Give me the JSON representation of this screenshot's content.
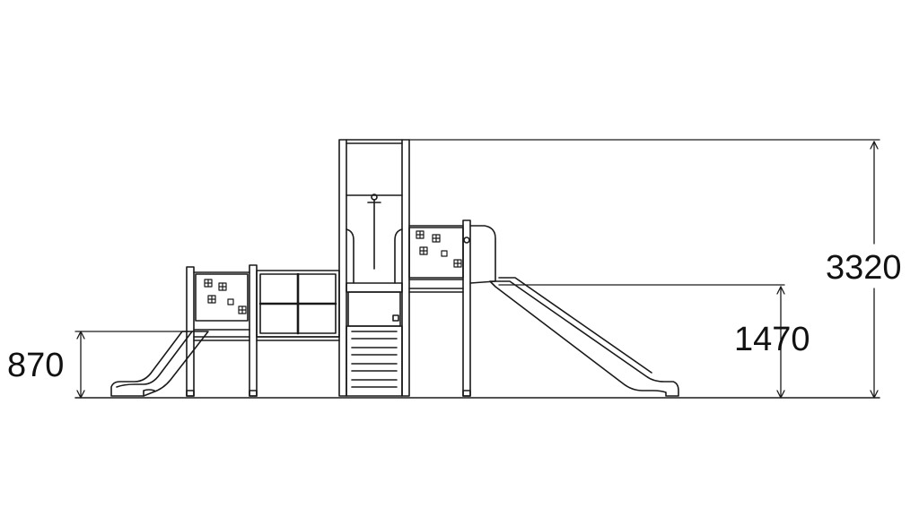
{
  "dimensions": {
    "left_slide_height": "870",
    "right_slide_height": "1470",
    "overall_height": "3320"
  },
  "colors": {
    "line": "#1a1a1a",
    "panel_fill": "#ffffff",
    "background": "#ffffff"
  }
}
